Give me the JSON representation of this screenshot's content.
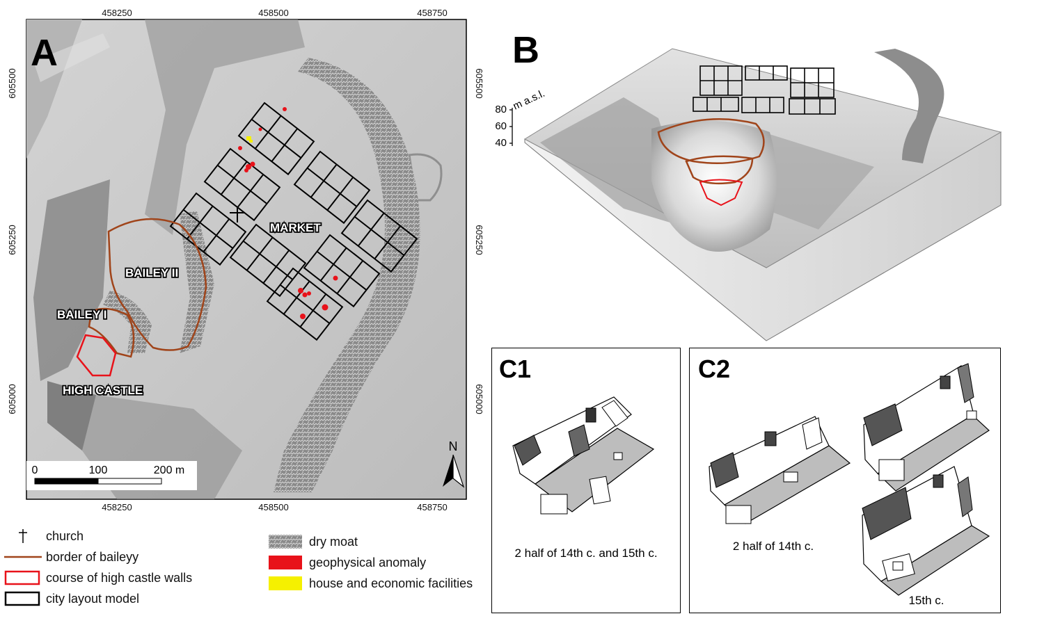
{
  "panel_a": {
    "letter": "A",
    "x_ticks_top": [
      "458250",
      "458500",
      "458750"
    ],
    "x_ticks_bottom": [
      "458250",
      "458500",
      "458750"
    ],
    "y_ticks_left": [
      "605500",
      "605250",
      "605000"
    ],
    "y_ticks_right": [
      "605500",
      "605250",
      "605000"
    ],
    "labels": {
      "market": "MARKET",
      "bailey_2": "BAILEY II",
      "bailey_1": "BAILEY I",
      "high_castle": "HIGH CASTLE"
    },
    "scale_bar": {
      "t0": "0",
      "t1": "100",
      "t2": "200 m"
    },
    "north": "N",
    "colors": {
      "bailey_border": "#a0441a",
      "castle_walls": "#e8121a",
      "anomaly": "#e8121a",
      "house": "#f5f000"
    }
  },
  "panel_b": {
    "letter": "B",
    "elevation_label": "m a.s.l.",
    "elevation_ticks": [
      "80",
      "60",
      "40"
    ]
  },
  "panel_c1": {
    "letter": "C1",
    "caption": "2 half of 14th c. and 15th c."
  },
  "panel_c2": {
    "letter": "C2",
    "caption_left": "2 half of 14th c.",
    "caption_right": "15th c."
  },
  "legend": {
    "church": "church",
    "border_of_bailey": "border of baileyy",
    "high_castle_walls": "course of high castle walls",
    "city_layout": "city layout model",
    "dry_moat": "dry moat",
    "geophysical_anomaly": "geophysical anomaly",
    "house_facilities": "house and economic facilities"
  }
}
